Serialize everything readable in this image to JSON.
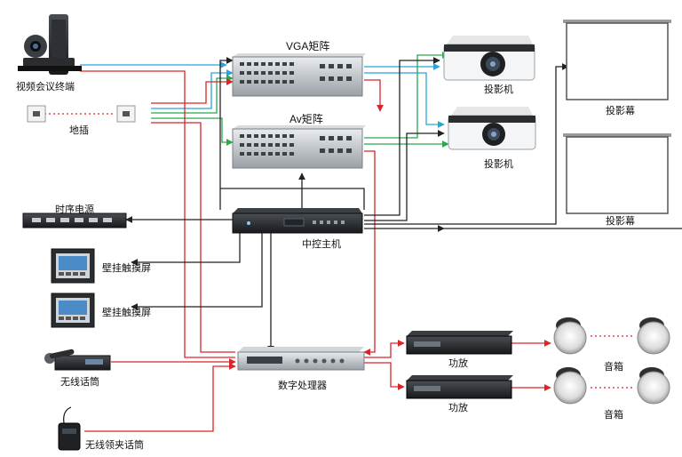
{
  "labels": {
    "video_conf": "视频会议终端",
    "floor_socket": "地插",
    "vga_matrix": "VGA矩阵",
    "av_matrix": "Av矩阵",
    "projector_1": "投影机",
    "projector_2": "投影机",
    "screen_1": "投影幕",
    "screen_2": "投影幕",
    "sequencer": "时序电源",
    "controller": "中控主机",
    "touch_1": "壁挂触摸屏",
    "touch_2": "壁挂触摸屏",
    "wireless_mic": "无线话筒",
    "dsp": "数字处理器",
    "lapel_mic": "无线领夹话筒",
    "amp_1": "功放",
    "amp_2": "功放",
    "speakers_1": "音箱",
    "speakers_2": "音箱"
  },
  "colors": {
    "red_line": "#d9252a",
    "blue_line": "#2aa3d8",
    "green_line": "#2aa84a",
    "black_line": "#222222"
  }
}
